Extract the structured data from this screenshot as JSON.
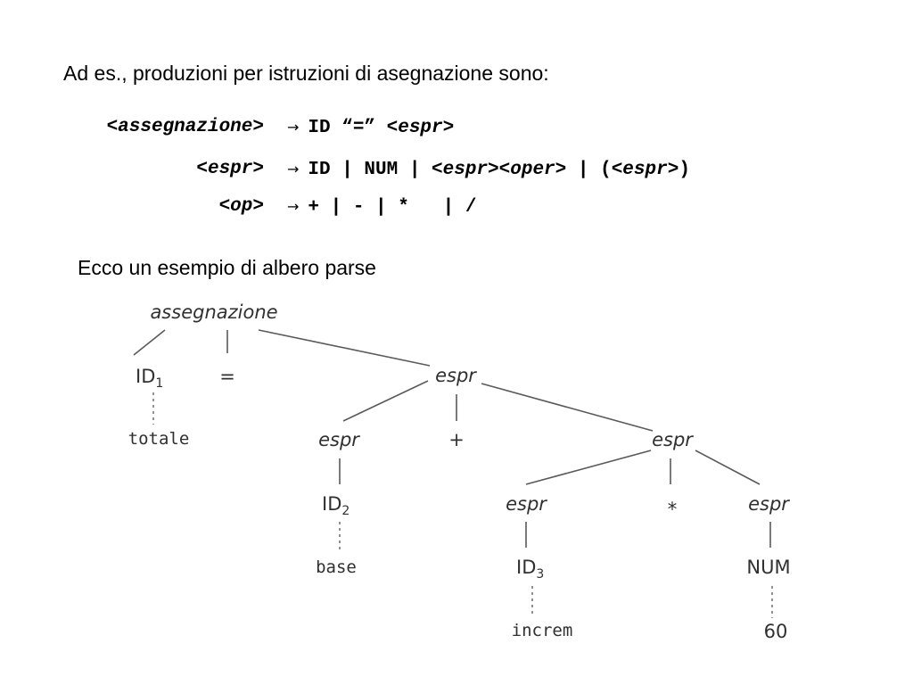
{
  "intro": "Ad es., produzioni per istruzioni di asegnazione sono:",
  "grammar": {
    "arrow": "→",
    "rule1": {
      "lhs": "<assegnazione>",
      "rhs_a": "ID “=” ",
      "rhs_b": "<espr>"
    },
    "rule2": {
      "lhs": "<espr>",
      "rhs_a": "ID | NUM | ",
      "rhs_b": "<espr><oper>",
      "rhs_c": " | (",
      "rhs_d": "<espr>",
      "rhs_e": ")"
    },
    "rule3": {
      "lhs": "<op>",
      "rhs_a": "+ | - | *   | /"
    }
  },
  "caption": "Ecco un esempio di albero parse",
  "tree": {
    "root": "assegnazione",
    "id1": "ID",
    "id1_sub": "1",
    "equals": "=",
    "espr_top": "espr",
    "totale": "totale",
    "espr_left": "espr",
    "plus": "+",
    "espr_right": "espr",
    "id2": "ID",
    "id2_sub": "2",
    "base": "base",
    "espr_rl": "espr",
    "star": "*",
    "espr_rr": "espr",
    "id3": "ID",
    "id3_sub": "3",
    "num": "NUM",
    "increm": "increm",
    "sixty": "60"
  }
}
